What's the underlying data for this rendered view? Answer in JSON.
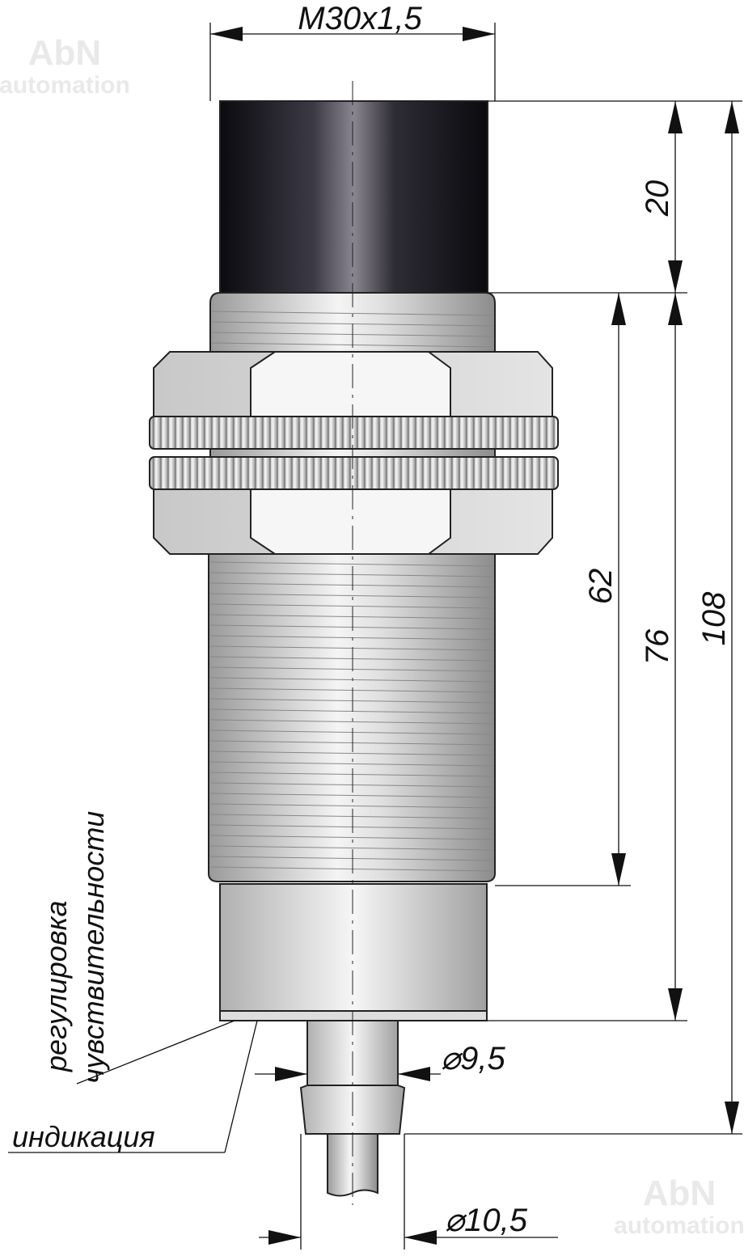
{
  "watermark": {
    "brand": "AbN",
    "sub": "automation"
  },
  "dimensions": {
    "thread": "M30x1,5",
    "cap_length": "20",
    "thread_length": "62",
    "body_length": "76",
    "total_length": "108",
    "stem_diameter": "⌀9,5",
    "cable_diameter": "⌀10,5"
  },
  "labels": {
    "sensitivity_line1": "регулировка",
    "sensitivity_line2": "чувствительности",
    "indication": "индикация"
  }
}
